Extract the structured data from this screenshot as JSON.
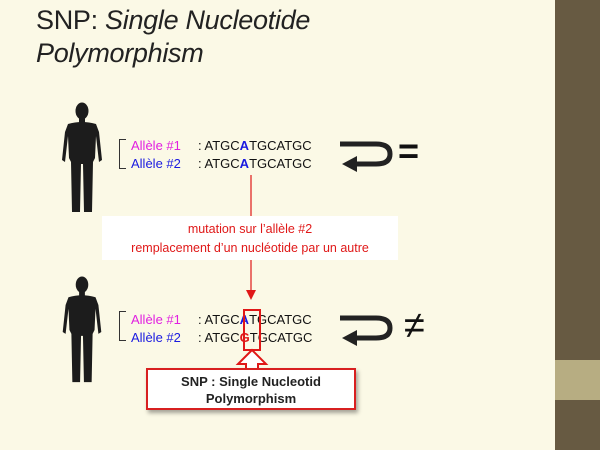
{
  "title": {
    "line1_prefix": "SNP: ",
    "line1_italic": "Single Nucleotide",
    "line2": "Polymorphism"
  },
  "before": {
    "allele1": {
      "label": "Allèle #1",
      "sep": ": ",
      "seq_pre": "ATGC",
      "seq_mid": "A",
      "seq_post": "TGCATGC"
    },
    "allele2": {
      "label": "Allèle #2",
      "sep": ": ",
      "seq_pre": "ATGC",
      "seq_mid": "A",
      "seq_post": "TGCATGC"
    },
    "symbol": "="
  },
  "mutation": {
    "line1": "mutation sur l’allèle #2",
    "line2": "remplacement d’un nucléotide par un autre"
  },
  "after": {
    "allele1": {
      "label": "Allèle #1",
      "sep": ": ",
      "seq_pre": "ATGC",
      "seq_mid": "A",
      "seq_post": "TGCATGC"
    },
    "allele2": {
      "label": "Allèle #2",
      "sep": ": ",
      "seq_pre": "ATGC",
      "seq_mid": "G",
      "seq_post": "TGCATGC"
    },
    "symbol": "≠"
  },
  "snp_box": {
    "line1": "SNP : Single Nucleotid",
    "line2": "Polymorphism"
  },
  "colors": {
    "allele1": "#e020e0",
    "allele2": "#1a1ae0",
    "mutation": "#e01818",
    "sidebar": "#675a42",
    "background": "#fbf9e6"
  }
}
